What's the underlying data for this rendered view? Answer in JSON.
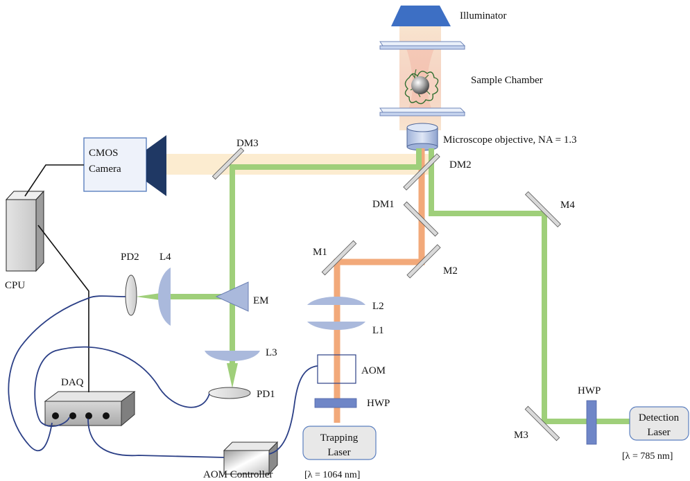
{
  "labels": {
    "illuminator": "Illuminator",
    "sample_chamber": "Sample Chamber",
    "objective": "Microscope objective, NA = 1.3",
    "camera_line1": "CMOS",
    "camera_line2": "Camera",
    "dm1": "DM1",
    "dm2": "DM2",
    "dm3": "DM3",
    "m1": "M1",
    "m2": "M2",
    "m3": "M3",
    "m4": "M4",
    "cpu": "CPU",
    "pd1": "PD1",
    "pd2": "PD2",
    "l1": "L1",
    "l2": "L2",
    "l3": "L3",
    "l4": "L4",
    "em": "EM",
    "aom": "AOM",
    "hwp_trap": "HWP",
    "hwp_detect": "HWP",
    "daq": "DAQ",
    "aom_controller": "AOM Controller",
    "trapping_laser_line1": "Trapping",
    "trapping_laser_line2": "Laser",
    "trapping_wavelength": "[λ = 1064 nm]",
    "detection_laser_line1": "Detection",
    "detection_laser_line2": "Laser",
    "detection_wavelength": "[λ = 785 nm]"
  },
  "colors": {
    "trapping_beam": "#f2a97a",
    "detection_beam": "#9fcf7a",
    "imaging_beam": "#fbe9c8",
    "illuminator": "#3d6fc4",
    "lens": "#aab9dc",
    "camera_box_border": "#5b7fbf",
    "camera_sensor": "#1f3864",
    "cable": "#2b3f86"
  }
}
